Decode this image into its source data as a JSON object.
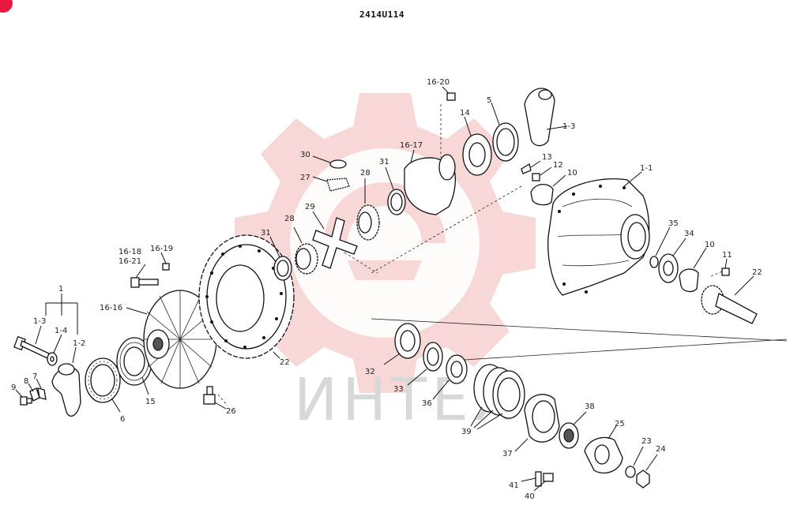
{
  "drawing": {
    "code": "2414U114"
  },
  "watermark": {
    "text": "ИНТЕХ",
    "gear_color": "#f3b7b7",
    "text_color": "#d8d8d8"
  },
  "badge": {
    "color": "#e8173c"
  },
  "callouts": [
    {
      "id": "c-1",
      "text": "1"
    },
    {
      "id": "c-1-3a",
      "text": "1-3"
    },
    {
      "id": "c-1-4",
      "text": "1-4"
    },
    {
      "id": "c-1-2",
      "text": "1-2"
    },
    {
      "id": "c-9",
      "text": "9"
    },
    {
      "id": "c-8",
      "text": "8"
    },
    {
      "id": "c-7",
      "text": "7"
    },
    {
      "id": "c-6",
      "text": "6"
    },
    {
      "id": "c-15",
      "text": "15"
    },
    {
      "id": "c-16-16",
      "text": "16-16"
    },
    {
      "id": "c-16-18",
      "text": "16-18"
    },
    {
      "id": "c-16-21",
      "text": "16-21"
    },
    {
      "id": "c-16-19",
      "text": "16-19"
    },
    {
      "id": "c-26",
      "text": "26"
    },
    {
      "id": "c-22a",
      "text": "22"
    },
    {
      "id": "c-31a",
      "text": "31"
    },
    {
      "id": "c-28a",
      "text": "28"
    },
    {
      "id": "c-29",
      "text": "29"
    },
    {
      "id": "c-27",
      "text": "27"
    },
    {
      "id": "c-30",
      "text": "30"
    },
    {
      "id": "c-28b",
      "text": "28"
    },
    {
      "id": "c-31b",
      "text": "31"
    },
    {
      "id": "c-16-17",
      "text": "16-17"
    },
    {
      "id": "c-16-20",
      "text": "16-20"
    },
    {
      "id": "c-14",
      "text": "14"
    },
    {
      "id": "c-5",
      "text": "5"
    },
    {
      "id": "c-1-3b",
      "text": "1-3"
    },
    {
      "id": "c-13",
      "text": "13"
    },
    {
      "id": "c-12",
      "text": "12"
    },
    {
      "id": "c-10a",
      "text": "10"
    },
    {
      "id": "c-1-1",
      "text": "1-1"
    },
    {
      "id": "c-35",
      "text": "35"
    },
    {
      "id": "c-34",
      "text": "34"
    },
    {
      "id": "c-10b",
      "text": "10"
    },
    {
      "id": "c-11",
      "text": "11"
    },
    {
      "id": "c-22b",
      "text": "22"
    },
    {
      "id": "c-32",
      "text": "32"
    },
    {
      "id": "c-33",
      "text": "33"
    },
    {
      "id": "c-36",
      "text": "36"
    },
    {
      "id": "c-39",
      "text": "39"
    },
    {
      "id": "c-37",
      "text": "37"
    },
    {
      "id": "c-38",
      "text": "38"
    },
    {
      "id": "c-25",
      "text": "25"
    },
    {
      "id": "c-23",
      "text": "23"
    },
    {
      "id": "c-24",
      "text": "24"
    },
    {
      "id": "c-41",
      "text": "41"
    },
    {
      "id": "c-40",
      "text": "40"
    }
  ]
}
